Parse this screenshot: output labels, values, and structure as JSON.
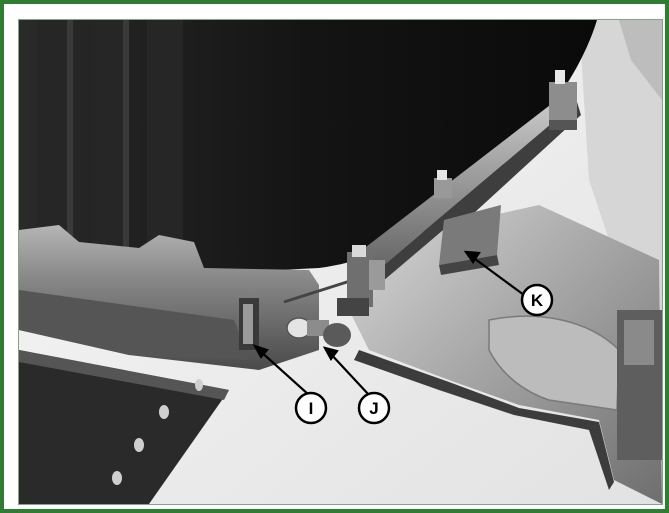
{
  "callouts": {
    "i": {
      "label": "I"
    },
    "j": {
      "label": "J"
    },
    "k": {
      "label": "K"
    }
  },
  "colors": {
    "border": "#2e7d32",
    "tank": "#161616",
    "floor": "#f2f2f2"
  }
}
